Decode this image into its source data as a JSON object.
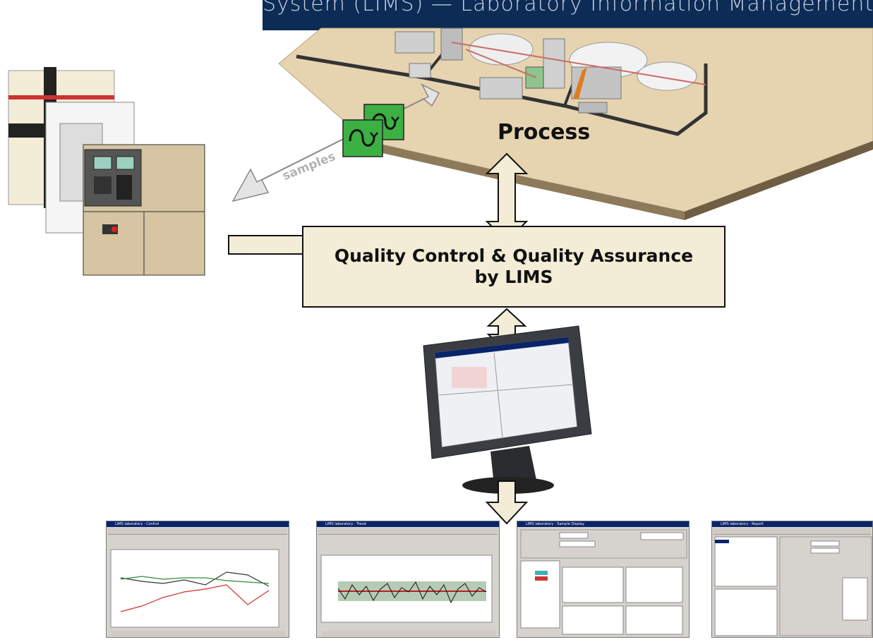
{
  "banner": {
    "text": "System (LIMS) — Laboratory Information Management System (LIMS)"
  },
  "process": {
    "label": "Process"
  },
  "samples": {
    "label": "samples"
  },
  "qc": {
    "line1": "Quality Control & Quality Assurance",
    "line2": "by LIMS"
  },
  "colors": {
    "banner": "#0c2b55",
    "box_fill": "#f3ecd6",
    "arrow_fill": "#f3ecd6",
    "sample_gray": "#e4e4e4",
    "cube_green": "#3cb043"
  },
  "screens": [
    {
      "title": "LIMS laboratory - Control"
    },
    {
      "title": "LIMS laboratory - Trend"
    },
    {
      "title": "LIMS laboratory - Sample Display"
    },
    {
      "title": "LIMS laboratory - Report"
    }
  ]
}
